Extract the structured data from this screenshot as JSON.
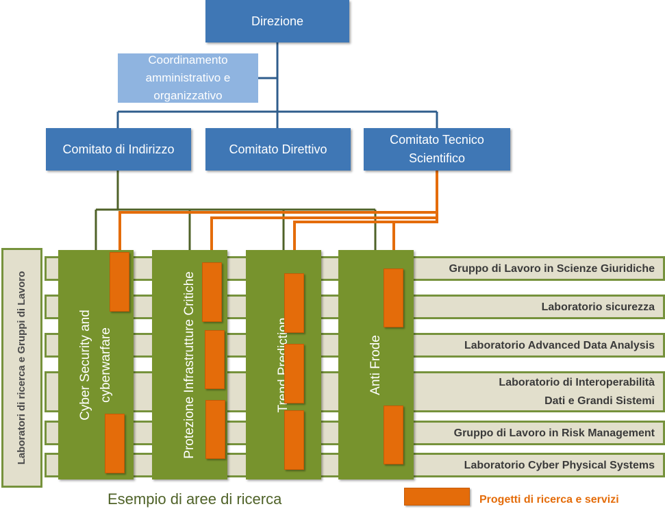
{
  "top": {
    "direzione": "Direzione",
    "coordinamento": "Coordinamento amministrativo e organizzativo"
  },
  "committees": [
    {
      "label": "Comitato di Indirizzo"
    },
    {
      "label": "Comitato Direttivo"
    },
    {
      "label": "Comitato Tecnico Scientifico"
    }
  ],
  "sidebar": {
    "label": "Laboratori di ricerca e Gruppi di Lavoro"
  },
  "areas": [
    {
      "label": "Cyber Security and cyberwarfare"
    },
    {
      "label": "Protezione Infrastrutture Critiche"
    },
    {
      "label": "Trend Prediction"
    },
    {
      "label": "Anti Frode"
    }
  ],
  "groups": [
    {
      "label": "Gruppo di Lavoro in Scienze Giuridiche"
    },
    {
      "label": "Laboratorio sicurezza"
    },
    {
      "label": "Laboratorio Advanced Data Analysis"
    },
    {
      "label_line1": "Laboratorio di Interoperabilità",
      "label_line2": "Dati e  Grandi Sistemi"
    },
    {
      "label": "Gruppo di Lavoro in Risk Management"
    },
    {
      "label": "Laboratorio  Cyber Physical Systems"
    }
  ],
  "caption": "Esempio di aree di ricerca",
  "legend": {
    "label": "Progetti di ricerca e servizi"
  },
  "colors": {
    "blue": "#3f77b5",
    "light_blue": "#8fb4e0",
    "green": "#77932d",
    "orange": "#e46c0a",
    "beige": "#e2dfcc",
    "line_blue": "#2f5d8c",
    "line_green": "#4f6228"
  }
}
